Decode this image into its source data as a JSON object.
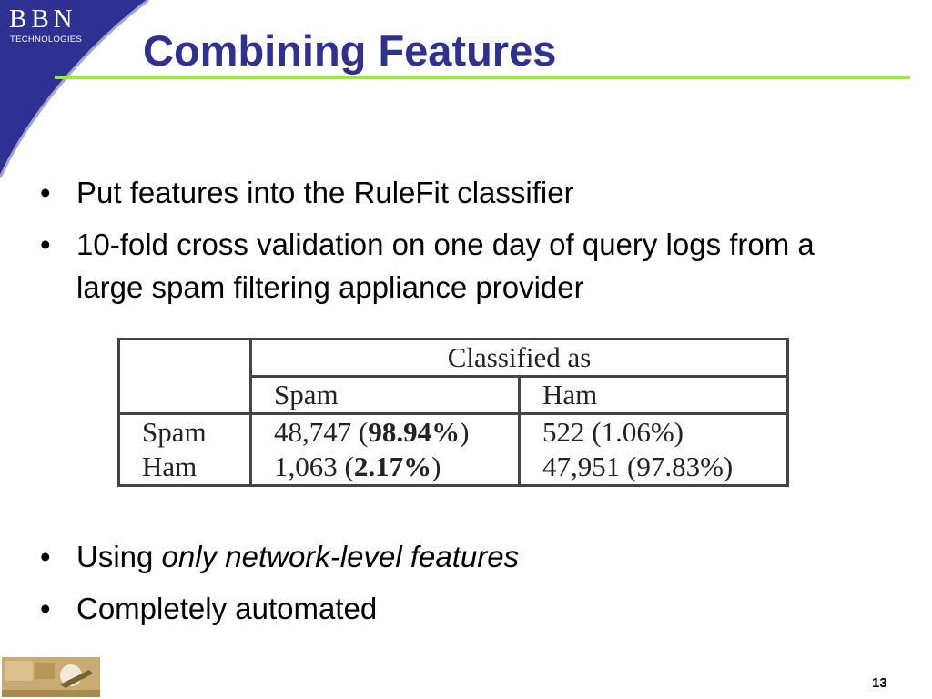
{
  "branding": {
    "logo_text": "BBN",
    "logo_subtext": "TECHNOLOGIES"
  },
  "slide": {
    "title": "Combining Features",
    "bullets_top": [
      {
        "text": "Put features into the RuleFit classifier"
      },
      {
        "text": "10-fold cross validation on one day of query logs from a large spam filtering appliance provider"
      }
    ],
    "bullets_bottom": [
      {
        "prefix": "Using ",
        "emphasis": "only network-level features"
      },
      {
        "text": "Completely automated"
      }
    ],
    "page_number": "13"
  },
  "table": {
    "group_header": "Classified as",
    "columns": [
      "Spam",
      "Ham"
    ],
    "rows": [
      {
        "label": "Spam",
        "spam": {
          "pre": "48,747 (",
          "bold": "98.94%",
          "post": ")"
        },
        "ham": {
          "pre": "522 (1.06%)",
          "bold": "",
          "post": ""
        }
      },
      {
        "label": "Ham",
        "spam": {
          "pre": "1,063 (",
          "bold": "2.17%",
          "post": ")"
        },
        "ham": {
          "pre": "47,951 (97.83%)",
          "bold": "",
          "post": ""
        }
      }
    ]
  },
  "colors": {
    "title": "#2e3192",
    "corner": "#2e3192",
    "rule": "#99ee33"
  }
}
